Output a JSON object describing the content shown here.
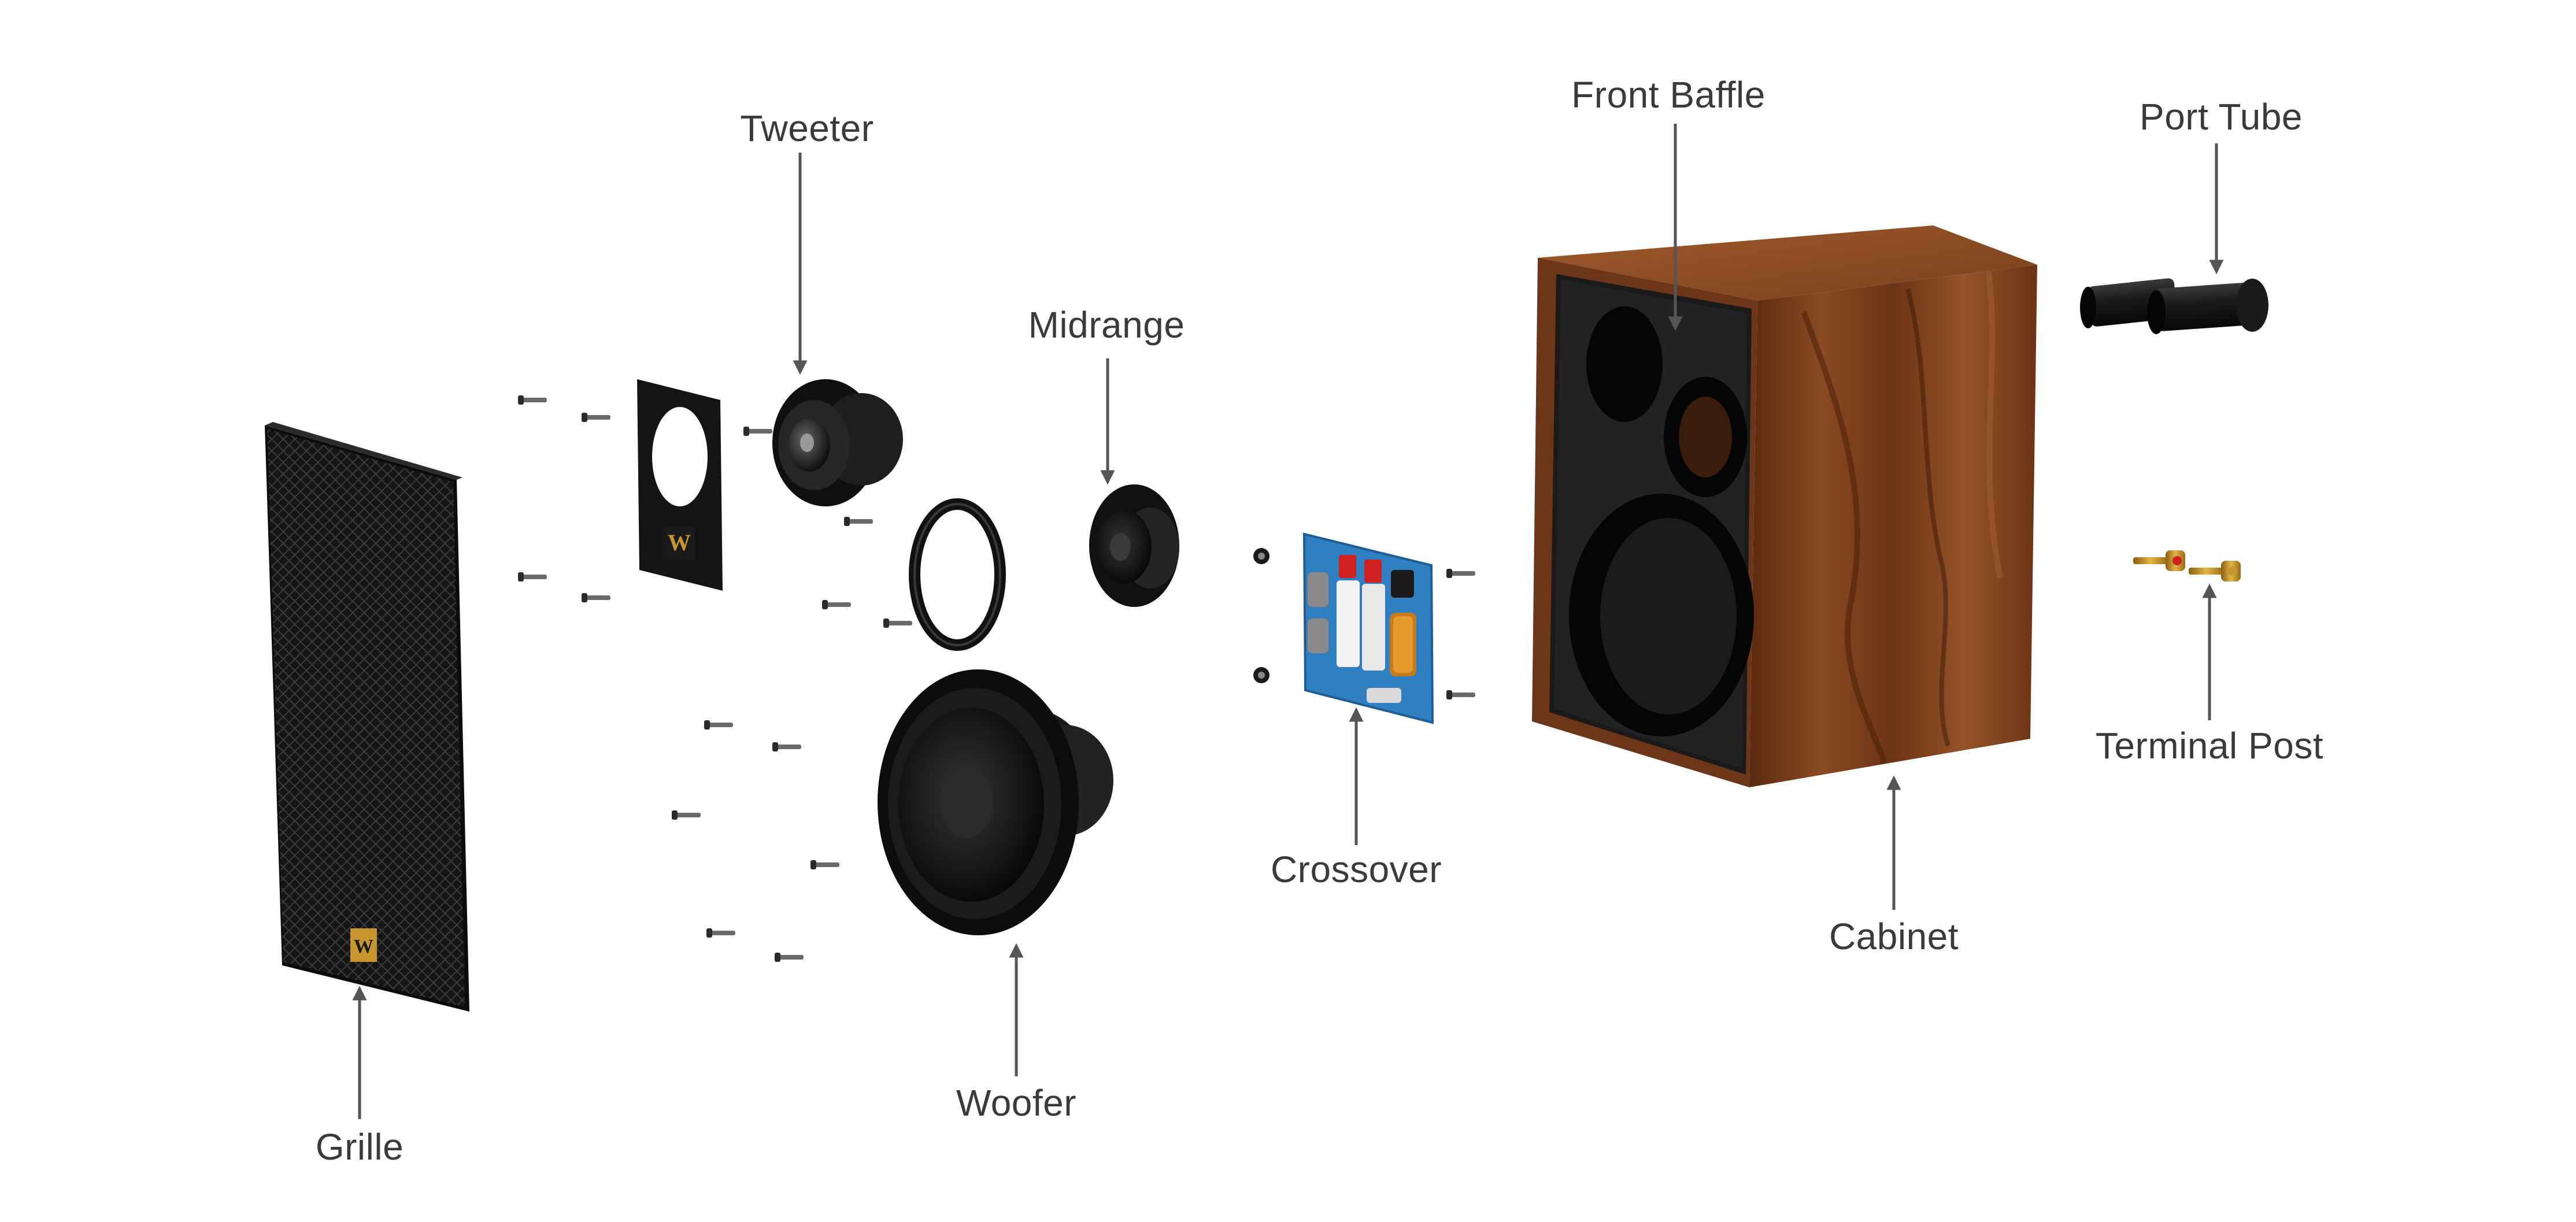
{
  "labels": {
    "tweeter": "Tweeter",
    "midrange": "Midrange",
    "front_baffle": "Front Baffle",
    "port_tube": "Port Tube",
    "terminal_post": "Terminal Post",
    "crossover": "Crossover",
    "cabinet": "Cabinet",
    "woofer": "Woofer",
    "grille": "Grille"
  },
  "logo_glyph": "W",
  "colors": {
    "label_text": "#3a3a3a",
    "leader_line": "#555555",
    "wood": "#7a3f1c",
    "driver_black": "#151515",
    "pcb_blue": "#2f7fc1",
    "brass": "#c79a2b",
    "logo_gold": "#c8962f"
  }
}
